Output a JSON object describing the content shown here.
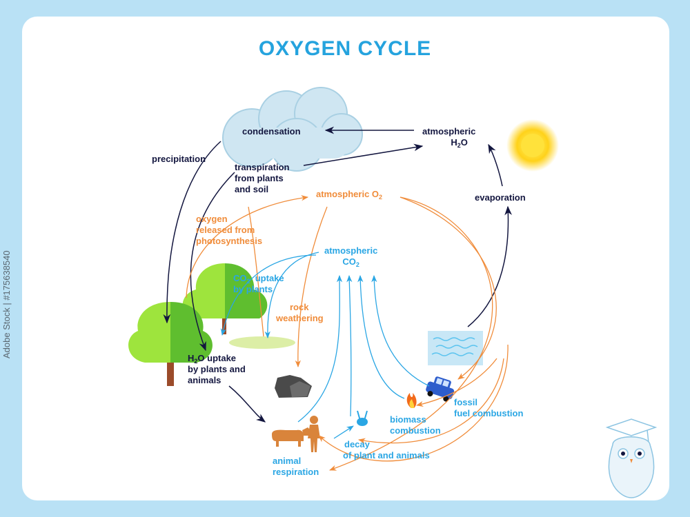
{
  "title": "OXYGEN CYCLE",
  "credit": "Adobe Stock | #175638540",
  "colors": {
    "background": "#b9e1f5",
    "title": "#25a3de",
    "water_cycle": "#13163f",
    "oxygen": "#f08c3a",
    "carbon": "#2aa6e4"
  },
  "labels": {
    "condensation": "condensation",
    "atmospheric_h2o_line1": "atmospheric",
    "atmospheric_h2o_chem": "H",
    "atmospheric_h2o_sub": "2",
    "atmospheric_h2o_tail": "O",
    "precipitation": "precipitation",
    "transpiration_1": "transpiration",
    "transpiration_2": "from plants",
    "transpiration_3": "and soil",
    "evaporation": "evaporation",
    "atmospheric_o2": "atmospheric O",
    "atmospheric_o2_sub": "2",
    "oxygen_released_1": "oxygen",
    "oxygen_released_2": "released from",
    "oxygen_released_3": "photosynthesis",
    "atmospheric_co2_1": "atmospheric",
    "atmospheric_co2_2": "CO",
    "atmospheric_co2_sub": "2",
    "co2_uptake_1": "CO",
    "co2_uptake_sub": "2",
    "co2_uptake_2": "  uptake",
    "co2_uptake_3": "by plants",
    "rock_weathering_1": "rock",
    "rock_weathering_2": "weathering",
    "h2o_uptake_1a": "H",
    "h2o_uptake_sub": "2",
    "h2o_uptake_1b": "O uptake",
    "h2o_uptake_2": "by plants and",
    "h2o_uptake_3": "animals",
    "fossil_1": "fossil",
    "fossil_2": "fuel combustion",
    "biomass_1": "biomass",
    "biomass_2": "combustion",
    "decay_1": "decay",
    "decay_2": "of plant and animals",
    "animal_resp_1": "animal",
    "animal_resp_2": "respiration"
  },
  "icons": [
    "cloud-icon",
    "sun-icon",
    "tree-icon",
    "water-icon",
    "rock-icon",
    "car-icon",
    "fire-icon",
    "cow-icon",
    "human-icon",
    "skull-icon",
    "owl-icon"
  ]
}
